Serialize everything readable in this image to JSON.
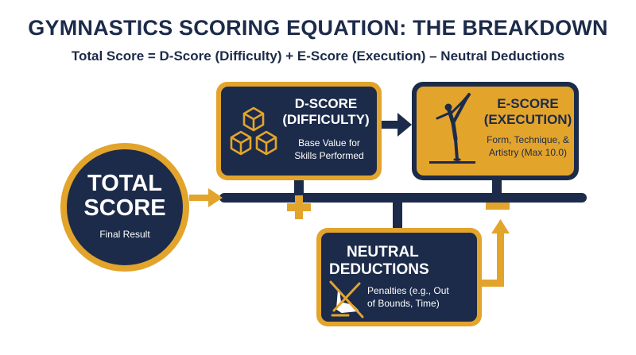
{
  "header": {
    "title": "GYMNASTICS SCORING EQUATION: THE BREAKDOWN",
    "subtitle": "Total Score = D-Score (Difficulty) + E-Score (Execution) – Neutral Deductions"
  },
  "total": {
    "title_line1": "TOTAL",
    "title_line2": "SCORE",
    "subtitle": "Final Result"
  },
  "d_score": {
    "title_line1": "D-SCORE",
    "title_line2": "(DIFFICULTY)",
    "desc_line1": "Base Value for",
    "desc_line2": "Skills Performed",
    "icon": "hexagon-skill-blocks-icon"
  },
  "e_score": {
    "title_line1": "E-SCORE",
    "title_line2": "(EXECUTION)",
    "desc_line1": "Form, Technique, &",
    "desc_line2": "Artistry (Max 10.0)",
    "icon": "gymnast-pose-icon"
  },
  "neutral": {
    "title_line1": "NEUTRAL",
    "title_line2": "DEDUCTIONS",
    "desc_line1": "Penalties (e.g., Out",
    "desc_line2": "of Bounds, Time)",
    "icon": "crossed-foot-icon"
  },
  "operators": {
    "plus": "+",
    "minus": "–"
  },
  "colors": {
    "navy": "#1c2b4a",
    "gold": "#e3a42c",
    "background": "#ffffff"
  }
}
